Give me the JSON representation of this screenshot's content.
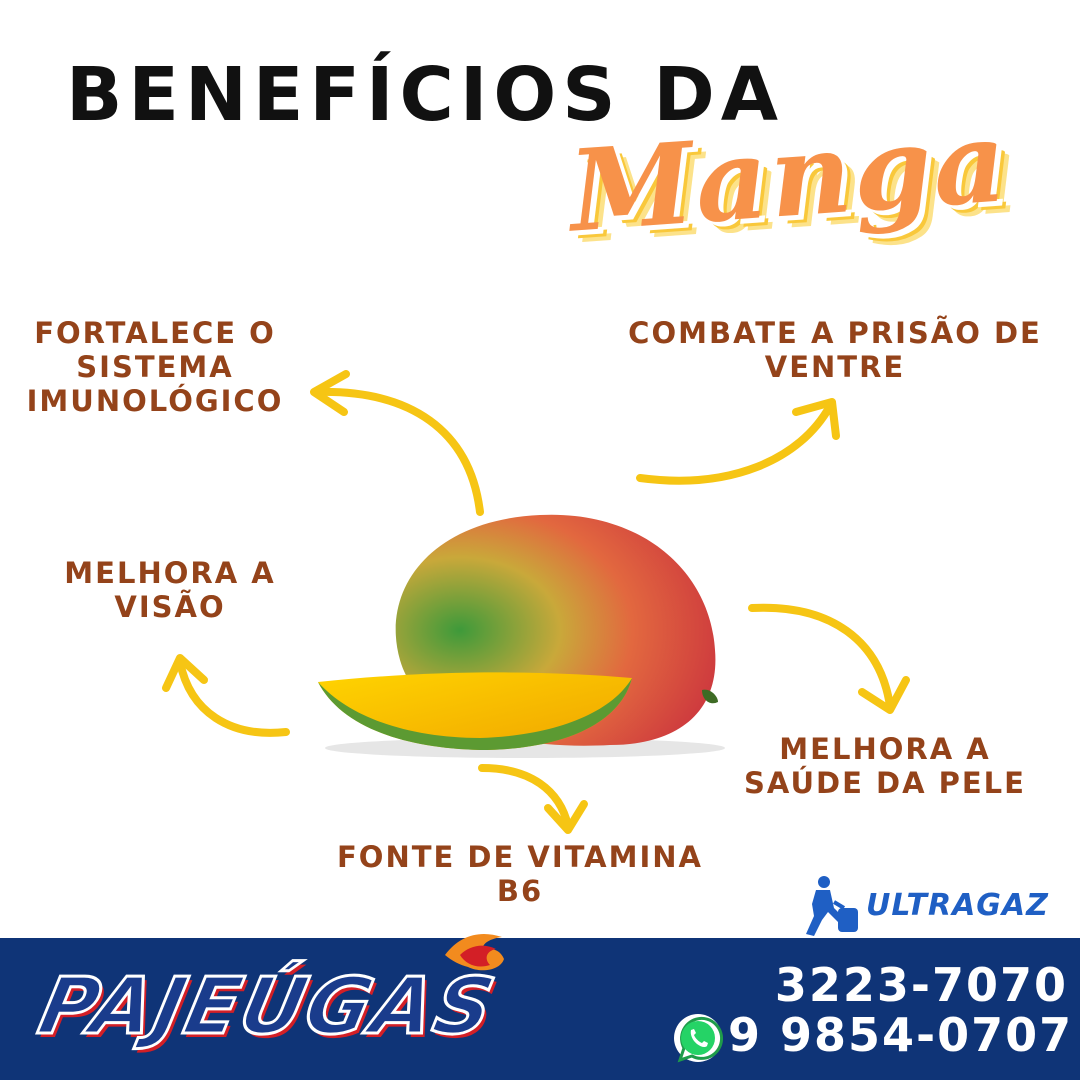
{
  "title": {
    "line1": "BENEFÍCIOS DA",
    "script": "Manga"
  },
  "benefits": {
    "immune": "FORTALECE O\nSISTEMA\nIMUNOLÓGICO",
    "constipation": "COMBATE A PRISÃO DE\nVENTRE",
    "vision": "MELHORA A\nVISÃO",
    "skin": "MELHORA A\nSAÚDE DA PELE",
    "vitamin": "FONTE DE VITAMINA\nB6"
  },
  "partner": {
    "name": "ULTRAGAZ"
  },
  "brand": {
    "name": "PAJEÚGAS"
  },
  "contact": {
    "phone": "3223-7070",
    "whatsapp": "9 9854-0707"
  },
  "colors": {
    "benefit_text": "#94431a",
    "arrows": "#f6c514",
    "script": "#f7924a",
    "footer": "#0f3477",
    "ultragaz": "#1f5fc4"
  },
  "icons": {
    "whatsapp": "whatsapp-icon",
    "ultragaz": "delivery-person-icon",
    "flame": "flame-icon"
  }
}
